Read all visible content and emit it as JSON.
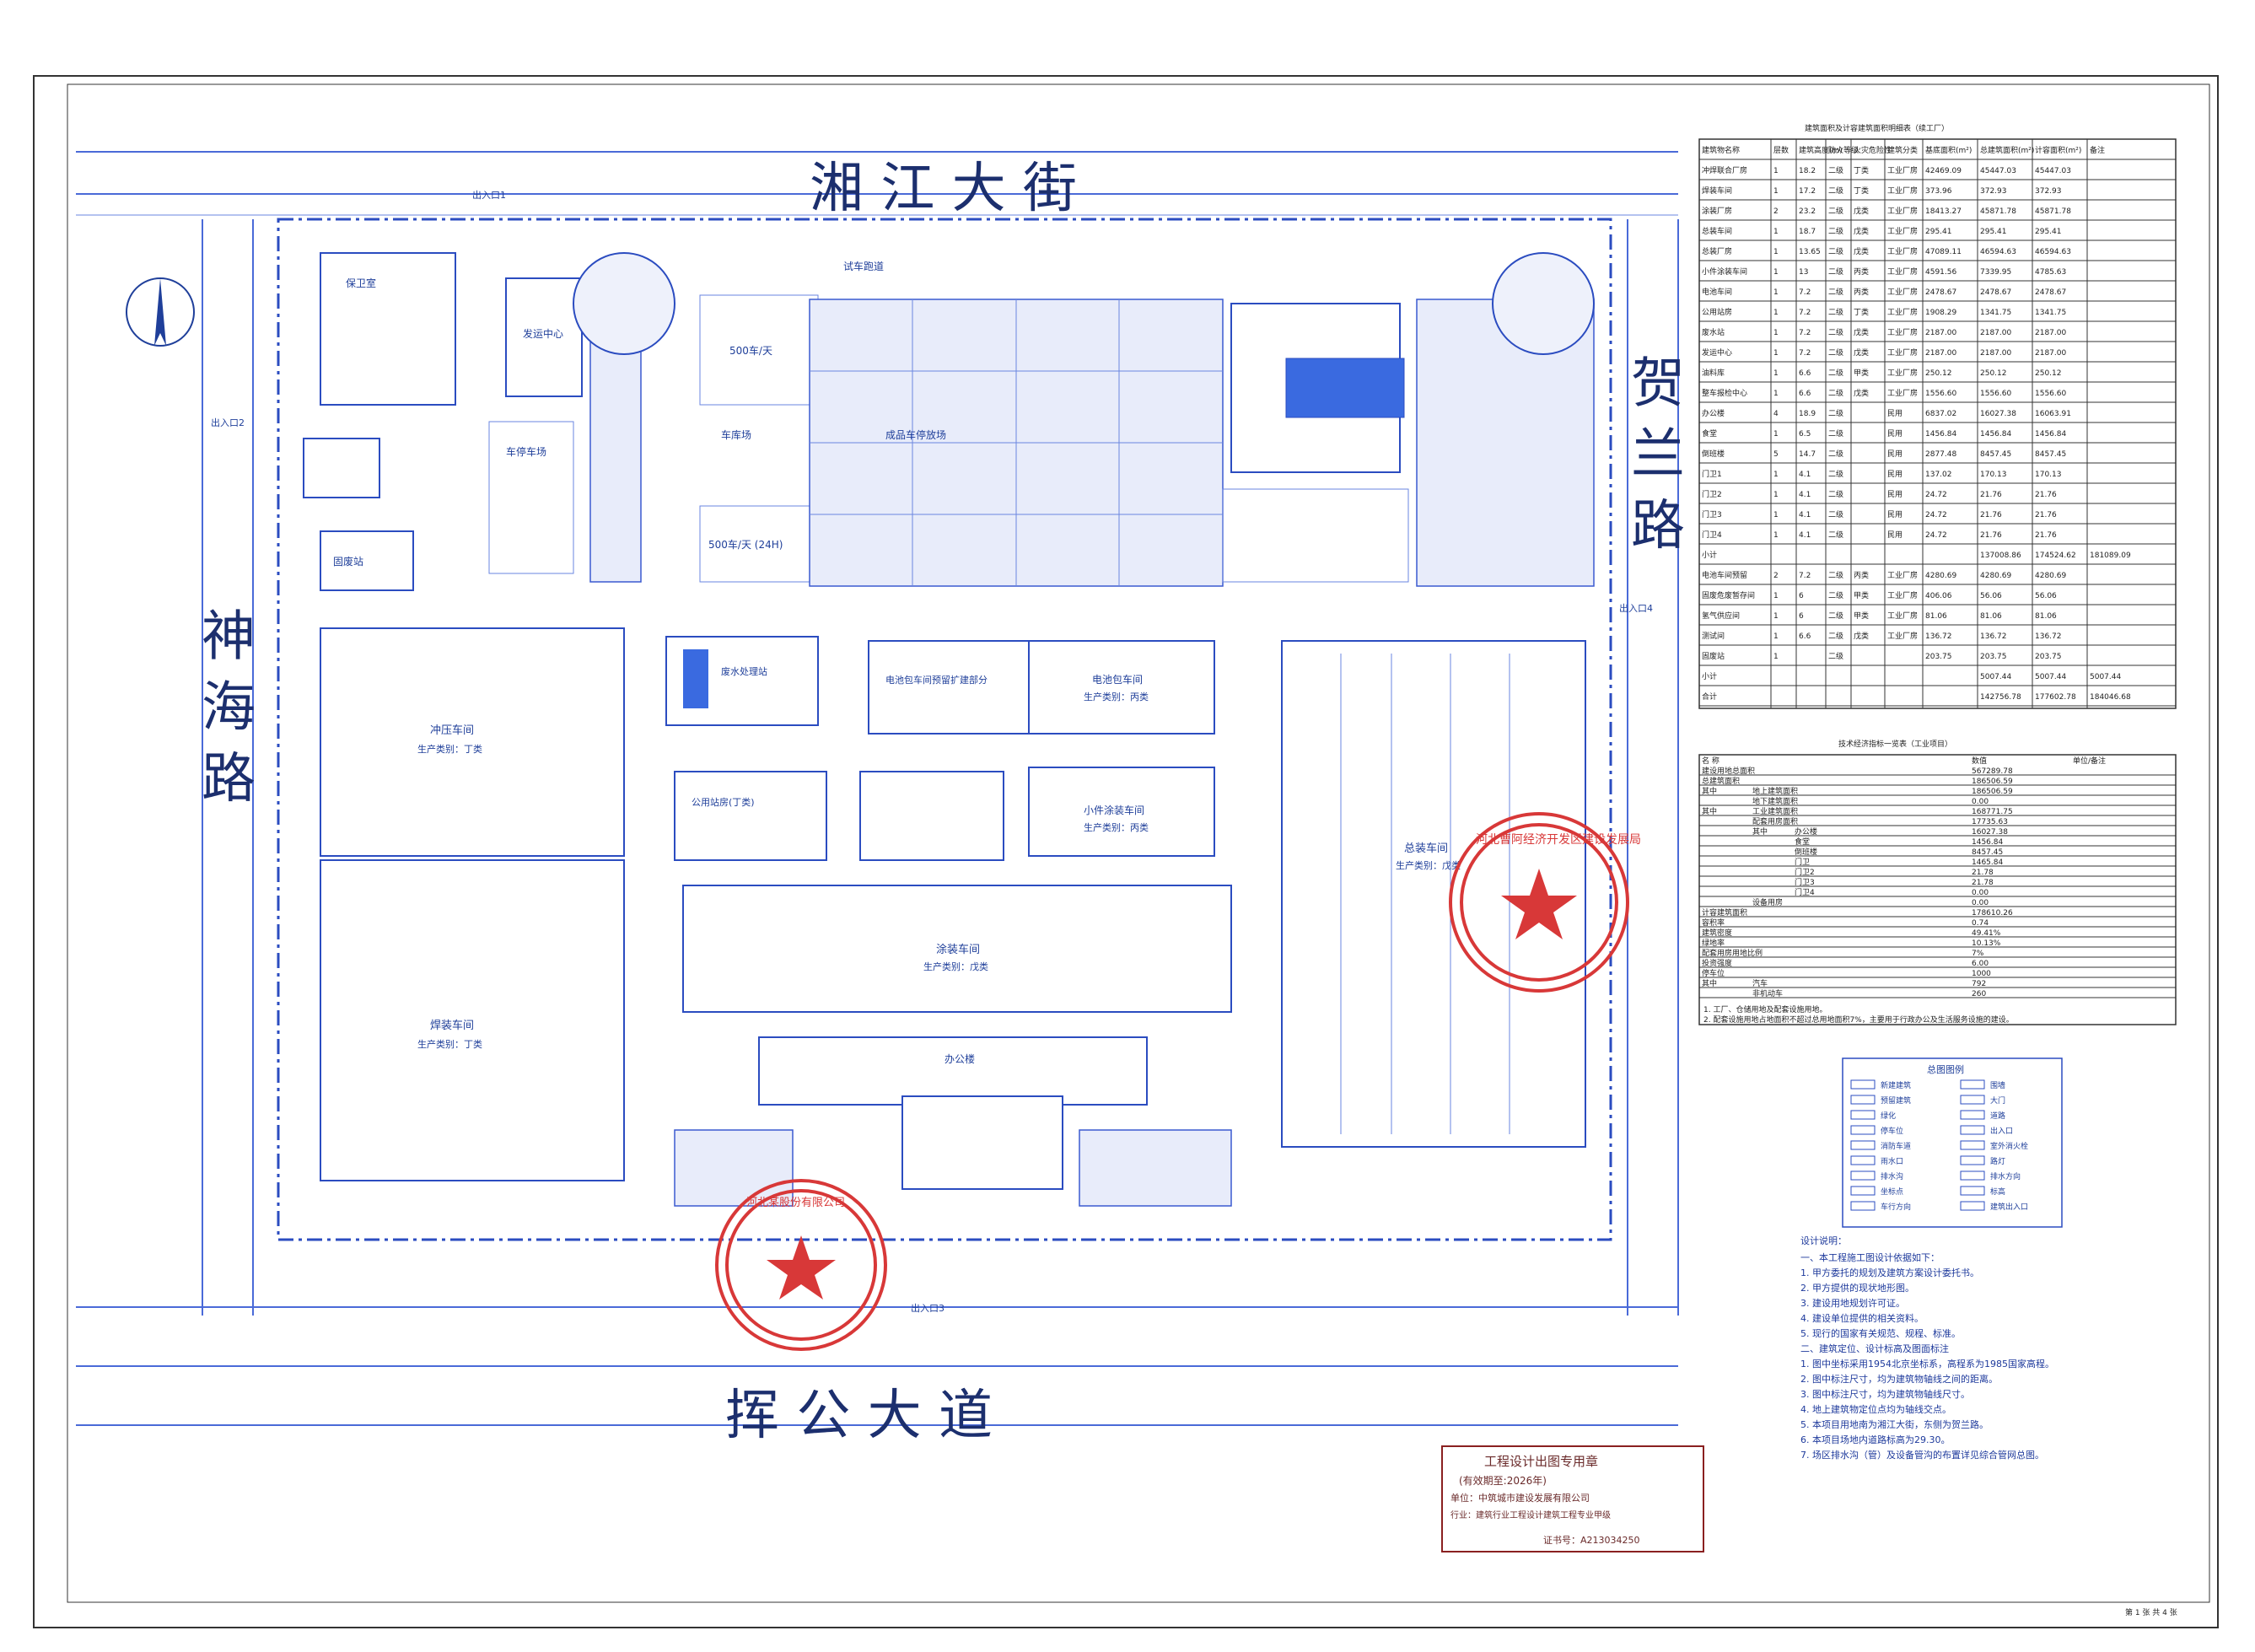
{
  "roads": {
    "north": "湘 江 大 街",
    "south": "挥 公 大 道",
    "west": "神 海 路",
    "east": "贺 兰 路"
  },
  "buildings": {
    "guard": "保卫室",
    "dispatch": "发运中心",
    "parking": "车停车场",
    "side_lot": "车库场",
    "lot_500a": "500车/天",
    "lot_500b": "500车/天 (24H)",
    "finished_park": "成品车停放场",
    "kitchen": "废水处理站",
    "battery_pack": "电池包车间预留扩建部分",
    "battery_pack2": "电池包车间",
    "battery_pack2_cat": "生产类别：丙类",
    "utility": "公用站房(丁类)",
    "coating_small": "小件涂装车间",
    "coating_small_cat": "生产类别：丙类",
    "stamping": "冲压车间",
    "stamping_cat": "生产类别：丁类",
    "welding": "焊装车间",
    "welding_cat": "生产类别：丁类",
    "painting": "涂装车间",
    "painting_cat": "生产类别：戊类",
    "assembly": "总装车间",
    "assembly_cat": "生产类别：戊类",
    "office": "办公楼",
    "solid_waste": "固废站",
    "test_track": "试车跑道",
    "gate1": "出入口1",
    "gate2": "出入口2",
    "gate3": "出入口3",
    "gate4": "出入口4"
  },
  "stamps": {
    "red_seal_1": "河北曹阿经济开发区建设发展局",
    "red_seal_2": "河北某股份有限公司",
    "design_stamp_title": "工程设计出图专用章",
    "design_stamp_line1": "(有效期至:2026年)",
    "design_stamp_line2": "单位：中筑城市建设发展有限公司",
    "design_stamp_line3": "行业：建筑行业工程设计建筑工程专业甲级",
    "design_stamp_line4": "证书号：A213034250"
  },
  "table1": {
    "title": "建筑面积及计容建筑面积明细表（续工厂）",
    "headers": [
      "建筑物名称",
      "层数",
      "建筑高度(m)",
      "防火等级",
      "火灾危险性",
      "建筑分类",
      "基底面积(m²)",
      "总建筑面积(m²)",
      "计容面积(m²)",
      "备注"
    ],
    "rows": [
      [
        "冲焊联合厂房",
        "1",
        "18.2",
        "二级",
        "丁类",
        "工业厂房",
        "42469.09",
        "45447.03",
        "45447.03",
        ""
      ],
      [
        "焊装车间",
        "1",
        "17.2",
        "二级",
        "丁类",
        "工业厂房",
        "373.96",
        "372.93",
        "372.93",
        ""
      ],
      [
        "涂装厂房",
        "2",
        "23.2",
        "二级",
        "戊类",
        "工业厂房",
        "18413.27",
        "45871.78",
        "45871.78",
        ""
      ],
      [
        "总装车间",
        "1",
        "18.7",
        "二级",
        "戊类",
        "工业厂房",
        "295.41",
        "295.41",
        "295.41",
        ""
      ],
      [
        "总装厂房",
        "1",
        "13.65",
        "二级",
        "戊类",
        "工业厂房",
        "47089.11",
        "46594.63",
        "46594.63",
        ""
      ],
      [
        "小件涂装车间",
        "1",
        "13",
        "二级",
        "丙类",
        "工业厂房",
        "4591.56",
        "7339.95",
        "4785.63",
        ""
      ],
      [
        "电池车间",
        "1",
        "7.2",
        "二级",
        "丙类",
        "工业厂房",
        "2478.67",
        "2478.67",
        "2478.67",
        ""
      ],
      [
        "公用站房",
        "1",
        "7.2",
        "二级",
        "丁类",
        "工业厂房",
        "1908.29",
        "1341.75",
        "1341.75",
        ""
      ],
      [
        "废水站",
        "1",
        "7.2",
        "二级",
        "戊类",
        "工业厂房",
        "2187.00",
        "2187.00",
        "2187.00",
        ""
      ],
      [
        "发运中心",
        "1",
        "7.2",
        "二级",
        "戊类",
        "工业厂房",
        "2187.00",
        "2187.00",
        "2187.00",
        ""
      ],
      [
        "油料库",
        "1",
        "6.6",
        "二级",
        "甲类",
        "工业厂房",
        "250.12",
        "250.12",
        "250.12",
        ""
      ],
      [
        "整车报检中心",
        "1",
        "6.6",
        "二级",
        "戊类",
        "工业厂房",
        "1556.60",
        "1556.60",
        "1556.60",
        ""
      ],
      [
        "办公楼",
        "4",
        "18.9",
        "二级",
        "",
        "民用",
        "6837.02",
        "16027.38",
        "16063.91",
        ""
      ],
      [
        "食堂",
        "1",
        "6.5",
        "二级",
        "",
        "民用",
        "1456.84",
        "1456.84",
        "1456.84",
        ""
      ],
      [
        "倒班楼",
        "5",
        "14.7",
        "二级",
        "",
        "民用",
        "2877.48",
        "8457.45",
        "8457.45",
        ""
      ],
      [
        "门卫1",
        "1",
        "4.1",
        "二级",
        "",
        "民用",
        "137.02",
        "170.13",
        "170.13",
        ""
      ],
      [
        "门卫2",
        "1",
        "4.1",
        "二级",
        "",
        "民用",
        "24.72",
        "21.76",
        "21.76",
        ""
      ],
      [
        "门卫3",
        "1",
        "4.1",
        "二级",
        "",
        "民用",
        "24.72",
        "21.76",
        "21.76",
        ""
      ],
      [
        "门卫4",
        "1",
        "4.1",
        "二级",
        "",
        "民用",
        "24.72",
        "21.76",
        "21.76",
        ""
      ],
      [
        "小计",
        "",
        "",
        "",
        "",
        "",
        "",
        "137008.86",
        "174524.62",
        "181089.09"
      ],
      [
        "电池车间预留",
        "2",
        "7.2",
        "二级",
        "丙类",
        "工业厂房",
        "4280.69",
        "4280.69",
        "4280.69",
        ""
      ],
      [
        "固废危废暂存间",
        "1",
        "6",
        "二级",
        "甲类",
        "工业厂房",
        "406.06",
        "56.06",
        "56.06",
        ""
      ],
      [
        "氢气供应间",
        "1",
        "6",
        "二级",
        "甲类",
        "工业厂房",
        "81.06",
        "81.06",
        "81.06",
        ""
      ],
      [
        "测试间",
        "1",
        "6.6",
        "二级",
        "戊类",
        "工业厂房",
        "136.72",
        "136.72",
        "136.72",
        ""
      ],
      [
        "固废站",
        "1",
        "",
        "二级",
        "",
        "",
        "203.75",
        "203.75",
        "203.75",
        ""
      ],
      [
        "小计",
        "",
        "",
        "",
        "",
        "",
        "",
        "5007.44",
        "5007.44",
        "5007.44"
      ],
      [
        "合计",
        "",
        "",
        "",
        "",
        "",
        "",
        "142756.78",
        "177602.78",
        "184046.68"
      ]
    ]
  },
  "table2": {
    "title": "技术经济指标一览表（工业项目）",
    "headers": [
      "名 称",
      "",
      "",
      "",
      "",
      "",
      "",
      "数值",
      "单位/备注"
    ],
    "rows": [
      [
        "建设用地总面积",
        "",
        "",
        "",
        "",
        "",
        "",
        "567289.78",
        ""
      ],
      [
        "总建筑面积",
        "",
        "",
        "",
        "",
        "",
        "",
        "186506.59",
        ""
      ],
      [
        "其中",
        "地上建筑面积",
        "",
        "",
        "",
        "",
        "",
        "186506.59",
        ""
      ],
      [
        "",
        "地下建筑面积",
        "",
        "",
        "",
        "",
        "",
        "0.00",
        ""
      ],
      [
        "其中",
        "工业建筑面积",
        "",
        "",
        "",
        "",
        "",
        "168771.75",
        ""
      ],
      [
        "",
        "配套用房面积",
        "",
        "",
        "",
        "",
        "",
        "17735.63",
        ""
      ],
      [
        "",
        "其中",
        "办公楼",
        "",
        "",
        "",
        "",
        "16027.38",
        ""
      ],
      [
        "",
        "",
        "食堂",
        "",
        "",
        "",
        "",
        "1456.84",
        ""
      ],
      [
        "",
        "",
        "倒班楼",
        "",
        "",
        "",
        "",
        "8457.45",
        ""
      ],
      [
        "",
        "",
        "门卫",
        "",
        "",
        "",
        "",
        "1465.84",
        ""
      ],
      [
        "",
        "",
        "门卫2",
        "",
        "",
        "",
        "",
        "21.78",
        ""
      ],
      [
        "",
        "",
        "门卫3",
        "",
        "",
        "",
        "",
        "21.78",
        ""
      ],
      [
        "",
        "",
        "门卫4",
        "",
        "",
        "",
        "",
        "0.00",
        ""
      ],
      [
        "",
        "设备用房",
        "",
        "",
        "",
        "",
        "",
        "0.00",
        ""
      ],
      [
        "计容建筑面积",
        "",
        "",
        "",
        "",
        "",
        "",
        "178610.26",
        ""
      ],
      [
        "容积率",
        "",
        "",
        "",
        "",
        "",
        "",
        "0.74",
        ""
      ],
      [
        "建筑密度",
        "",
        "",
        "",
        "",
        "",
        "",
        "49.41%",
        ""
      ],
      [
        "绿地率",
        "",
        "",
        "",
        "",
        "",
        "",
        "10.13%",
        ""
      ],
      [
        "配套用房用地比例",
        "",
        "",
        "",
        "",
        "",
        "",
        "7%",
        ""
      ],
      [
        "投资强度",
        "",
        "",
        "",
        "",
        "",
        "",
        "6.00",
        ""
      ],
      [
        "停车位",
        "",
        "",
        "",
        "",
        "",
        "",
        "1000",
        ""
      ],
      [
        "其中",
        "汽车",
        "",
        "",
        "",
        "",
        "",
        "792",
        ""
      ],
      [
        "",
        "非机动车",
        "",
        "",
        "",
        "",
        "",
        "260",
        ""
      ]
    ],
    "footnotes": [
      "1. 工厂、仓储用地及配套设施用地。",
      "2. 配套设施用地占地面积不超过总用地面积7%，主要用于行政办公及生活服务设施的建设。"
    ]
  },
  "legend": {
    "title": "总图图例",
    "items": [
      [
        "新建建筑",
        "围墙"
      ],
      [
        "预留建筑",
        "大门"
      ],
      [
        "绿化",
        "道路"
      ],
      [
        "停车位",
        "出入口"
      ],
      [
        "消防车道",
        "室外消火栓"
      ],
      [
        "雨水口",
        "路灯"
      ],
      [
        "排水沟",
        "排水方向"
      ],
      [
        "坐标点",
        "标高"
      ],
      [
        "车行方向",
        "建筑出入口"
      ]
    ]
  },
  "notes": {
    "title": "设计说明：",
    "lines": [
      "一、本工程施工图设计依据如下：",
      "1. 甲方委托的规划及建筑方案设计委托书。",
      "2. 甲方提供的现状地形图。",
      "3. 建设用地规划许可证。",
      "4. 建设单位提供的相关资料。",
      "5. 现行的国家有关规范、规程、标准。",
      "二、建筑定位、设计标高及图面标注",
      "1. 图中坐标采用1954北京坐标系，高程系为1985国家高程。",
      "2. 图中标注尺寸，均为建筑物轴线之间的距离。",
      "3. 图中标注尺寸，均为建筑物轴线尺寸。",
      "4. 地上建筑物定位点均为轴线交点。",
      "5. 本项目用地南为湘江大街，东侧为贺兰路。",
      "6. 本项目场地内道路标高为29.30。",
      "7. 场区排水沟（管）及设备管沟的布置详见综合管网总图。"
    ]
  },
  "page_no": "第 1 张 共 4 张"
}
